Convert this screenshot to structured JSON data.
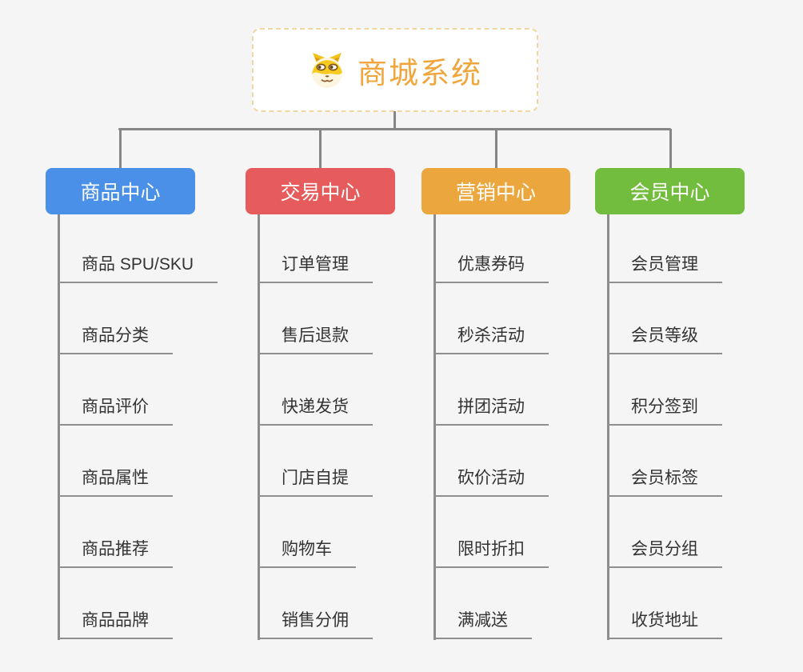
{
  "root": {
    "title": "商城系统",
    "icon": "dog-face-icon"
  },
  "branches": [
    {
      "label": "商品中心",
      "color": "#4a90e8",
      "items": [
        "商品 SPU/SKU",
        "商品分类",
        "商品评价",
        "商品属性",
        "商品推荐",
        "商品品牌"
      ]
    },
    {
      "label": "交易中心",
      "color": "#e65b5b",
      "items": [
        "订单管理",
        "售后退款",
        "快递发货",
        "门店自提",
        "购物车",
        "销售分佣"
      ]
    },
    {
      "label": "营销中心",
      "color": "#eba73e",
      "items": [
        "优惠券码",
        "秒杀活动",
        "拼团活动",
        "砍价活动",
        "限时折扣",
        "满减送"
      ]
    },
    {
      "label": "会员中心",
      "color": "#72bd3d",
      "items": [
        "会员管理",
        "会员等级",
        "积分签到",
        "会员标签",
        "会员分组",
        "收货地址"
      ]
    }
  ],
  "style": {
    "background": "#f5f5f6",
    "connector_color": "#868686",
    "leaf_line_color": "#8f8f8f",
    "leaf_text_color": "#333333",
    "root_accent": "#f0a63c",
    "root_border": "#f2d6a0"
  }
}
